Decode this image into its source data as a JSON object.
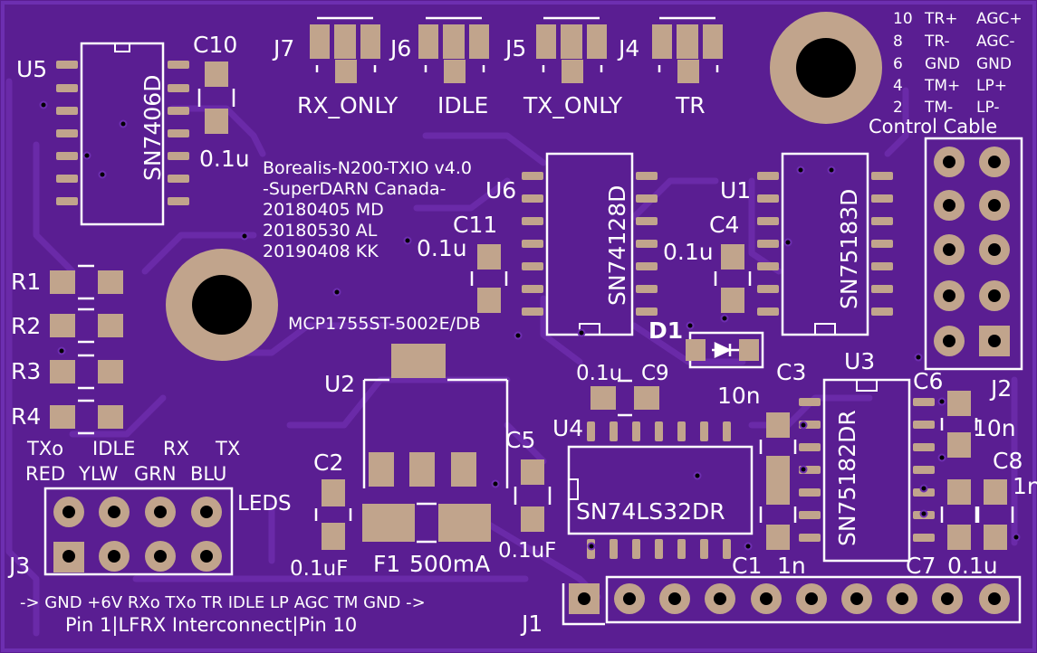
{
  "colors": {
    "board": "#5a1e92",
    "board_edge": "#6d2fb0",
    "trace": "#6a2aa8",
    "silk": "#ffffff",
    "pad": "#c1a48c",
    "hole": "#000000"
  },
  "refs": {
    "U5": "U5",
    "C10": "C10",
    "J7": "J7",
    "J6": "J6",
    "J5": "J5",
    "J4": "J4",
    "U6": "U6",
    "C11": "C11",
    "C4": "C4",
    "U1": "U1",
    "R1": "R1",
    "R2": "R2",
    "R3": "R3",
    "R4": "R4",
    "D1": "D1",
    "C9": "C9",
    "C3": "C3",
    "U3": "U3",
    "C6": "C6",
    "J2": "J2",
    "U2": "U2",
    "C5": "C5",
    "U4": "U4",
    "C8": "C8",
    "C2": "C2",
    "J3": "J3",
    "C1": "C1",
    "C7": "C7",
    "J1": "J1",
    "F1": "F1"
  },
  "parts": {
    "u5": "SN7406D",
    "u6": "SN74128D",
    "u1": "SN75183D",
    "u3": "SN75182DR",
    "u4": "SN74LS32DR",
    "u2": "MCP1755ST-5002E/DB"
  },
  "values": {
    "c10": "0.1u",
    "c11": "0.1u",
    "c4": "0.1u",
    "c9": "0.1u",
    "c3": "10n",
    "c6": "10n",
    "c8": "1n",
    "c2": "0.1uF",
    "c5": "0.1uF",
    "c1": "1n",
    "c7": "0.1u",
    "f1": "500mA"
  },
  "jumpers": [
    "RX_ONLY",
    "IDLE",
    "TX_ONLY",
    "TR"
  ],
  "info": [
    "Borealis-N200-TXIO v4.0",
    "-SuperDARN Canada-",
    "20180405 MD",
    "20180530 AL",
    "20190408 KK"
  ],
  "control_cable": {
    "rows": [
      {
        "pin": "10",
        "a": "TR+",
        "b": "AGC+"
      },
      {
        "pin": "8",
        "a": "TR-",
        "b": "AGC-"
      },
      {
        "pin": "6",
        "a": "GND",
        "b": "GND"
      },
      {
        "pin": "4",
        "a": "TM+",
        "b": "LP+"
      },
      {
        "pin": "2",
        "a": "TM-",
        "b": "LP-"
      }
    ],
    "label": "Control Cable"
  },
  "leds": {
    "signals": [
      "TXo",
      "IDLE",
      "RX",
      "TX"
    ],
    "colors": [
      "RED",
      "YLW",
      "GRN",
      "BLU"
    ],
    "label": "LEDS"
  },
  "interconnect": {
    "pins_line": "-> GND +6V RXo TXo TR IDLE LP AGC TM GND ->",
    "label_line": "Pin 1|LFRX Interconnect|Pin 10"
  }
}
